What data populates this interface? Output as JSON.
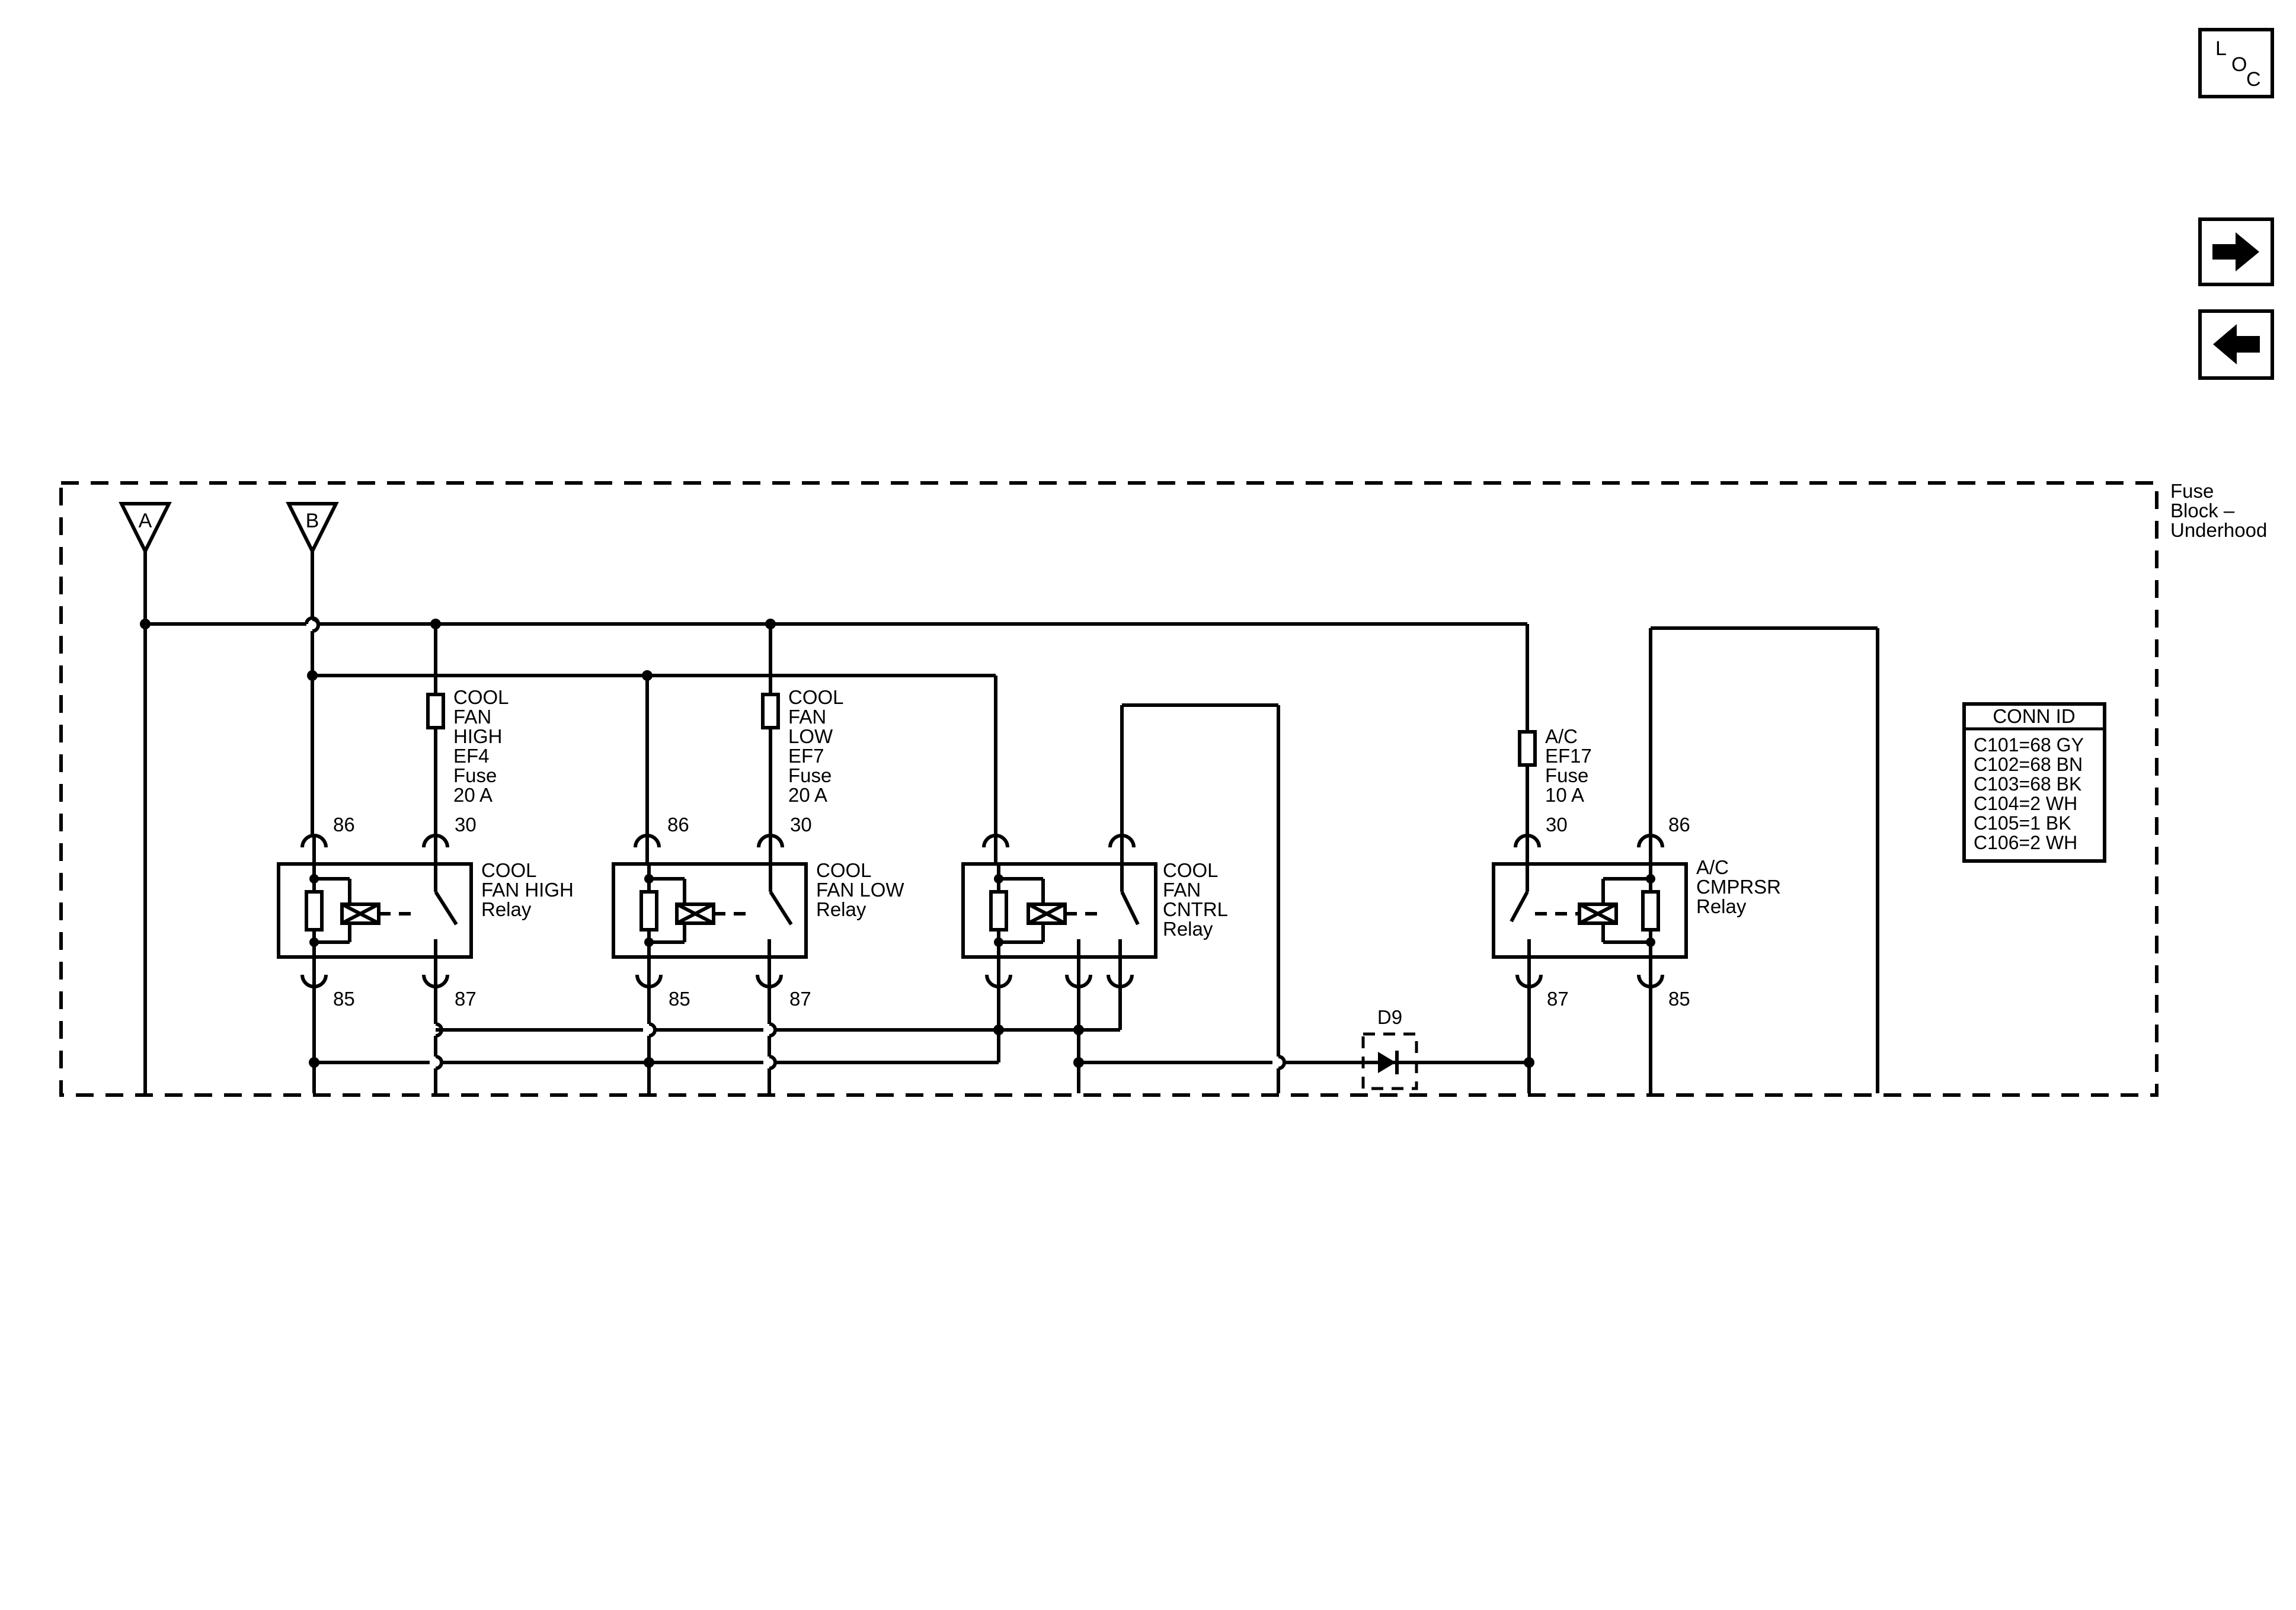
{
  "nav": {
    "loc": {
      "l": "L",
      "o": "O",
      "c": "C"
    },
    "next_icon": "arrow-right-icon",
    "prev_icon": "arrow-left-icon"
  },
  "module": {
    "name": [
      "Fuse",
      "Block –",
      "Underhood"
    ]
  },
  "inputs": {
    "a": "A",
    "b": "B"
  },
  "fuses": {
    "high": [
      "COOL",
      "FAN",
      "HIGH",
      "EF4",
      "Fuse",
      "20 A"
    ],
    "low": [
      "COOL",
      "FAN",
      "LOW",
      "EF7",
      "Fuse",
      "20 A"
    ],
    "ac": [
      "A/C",
      "EF17",
      "Fuse",
      "10 A"
    ]
  },
  "relays": {
    "high": {
      "label": [
        "COOL",
        "FAN HIGH",
        "Relay"
      ],
      "pin_top_left": "86",
      "pin_top_right": "30",
      "pin_bot_left": "85",
      "pin_bot_right": "87"
    },
    "low": {
      "label": [
        "COOL",
        "FAN LOW",
        "Relay"
      ],
      "pin_top_left": "86",
      "pin_top_right": "30",
      "pin_bot_left": "85",
      "pin_bot_right": "87"
    },
    "cntrl": {
      "label": [
        "COOL",
        "FAN",
        "CNTRL",
        "Relay"
      ]
    },
    "ac": {
      "label": [
        "A/C",
        "CMPRSR",
        "Relay"
      ],
      "pin_top_left": "30",
      "pin_top_right": "86",
      "pin_bot_left": "87",
      "pin_bot_right": "85"
    }
  },
  "diode": {
    "label": "D9"
  },
  "conn_table": {
    "title": "CONN ID",
    "rows": [
      "C101=68 GY",
      "C102=68 BN",
      "C103=68 BK",
      "C104=2 WH",
      "C105=1 BK",
      "C106=2 WH"
    ]
  }
}
